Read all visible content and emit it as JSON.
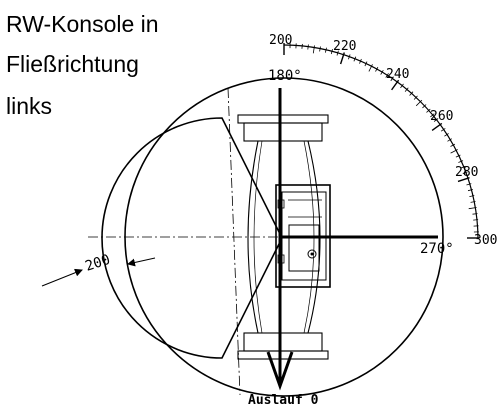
{
  "caption": {
    "lines": [
      "RW-Konsole in",
      "Fließrichtung",
      "links"
    ]
  },
  "scale": {
    "ticks": [
      "200",
      "220",
      "240",
      "260",
      "280",
      "300"
    ]
  },
  "angles": {
    "top": "180°",
    "right": "270°"
  },
  "dimension": {
    "value": "200"
  },
  "footer": {
    "label": "Auslauf 0"
  },
  "colors": {
    "ink": "#000000",
    "background": "#ffffff"
  }
}
